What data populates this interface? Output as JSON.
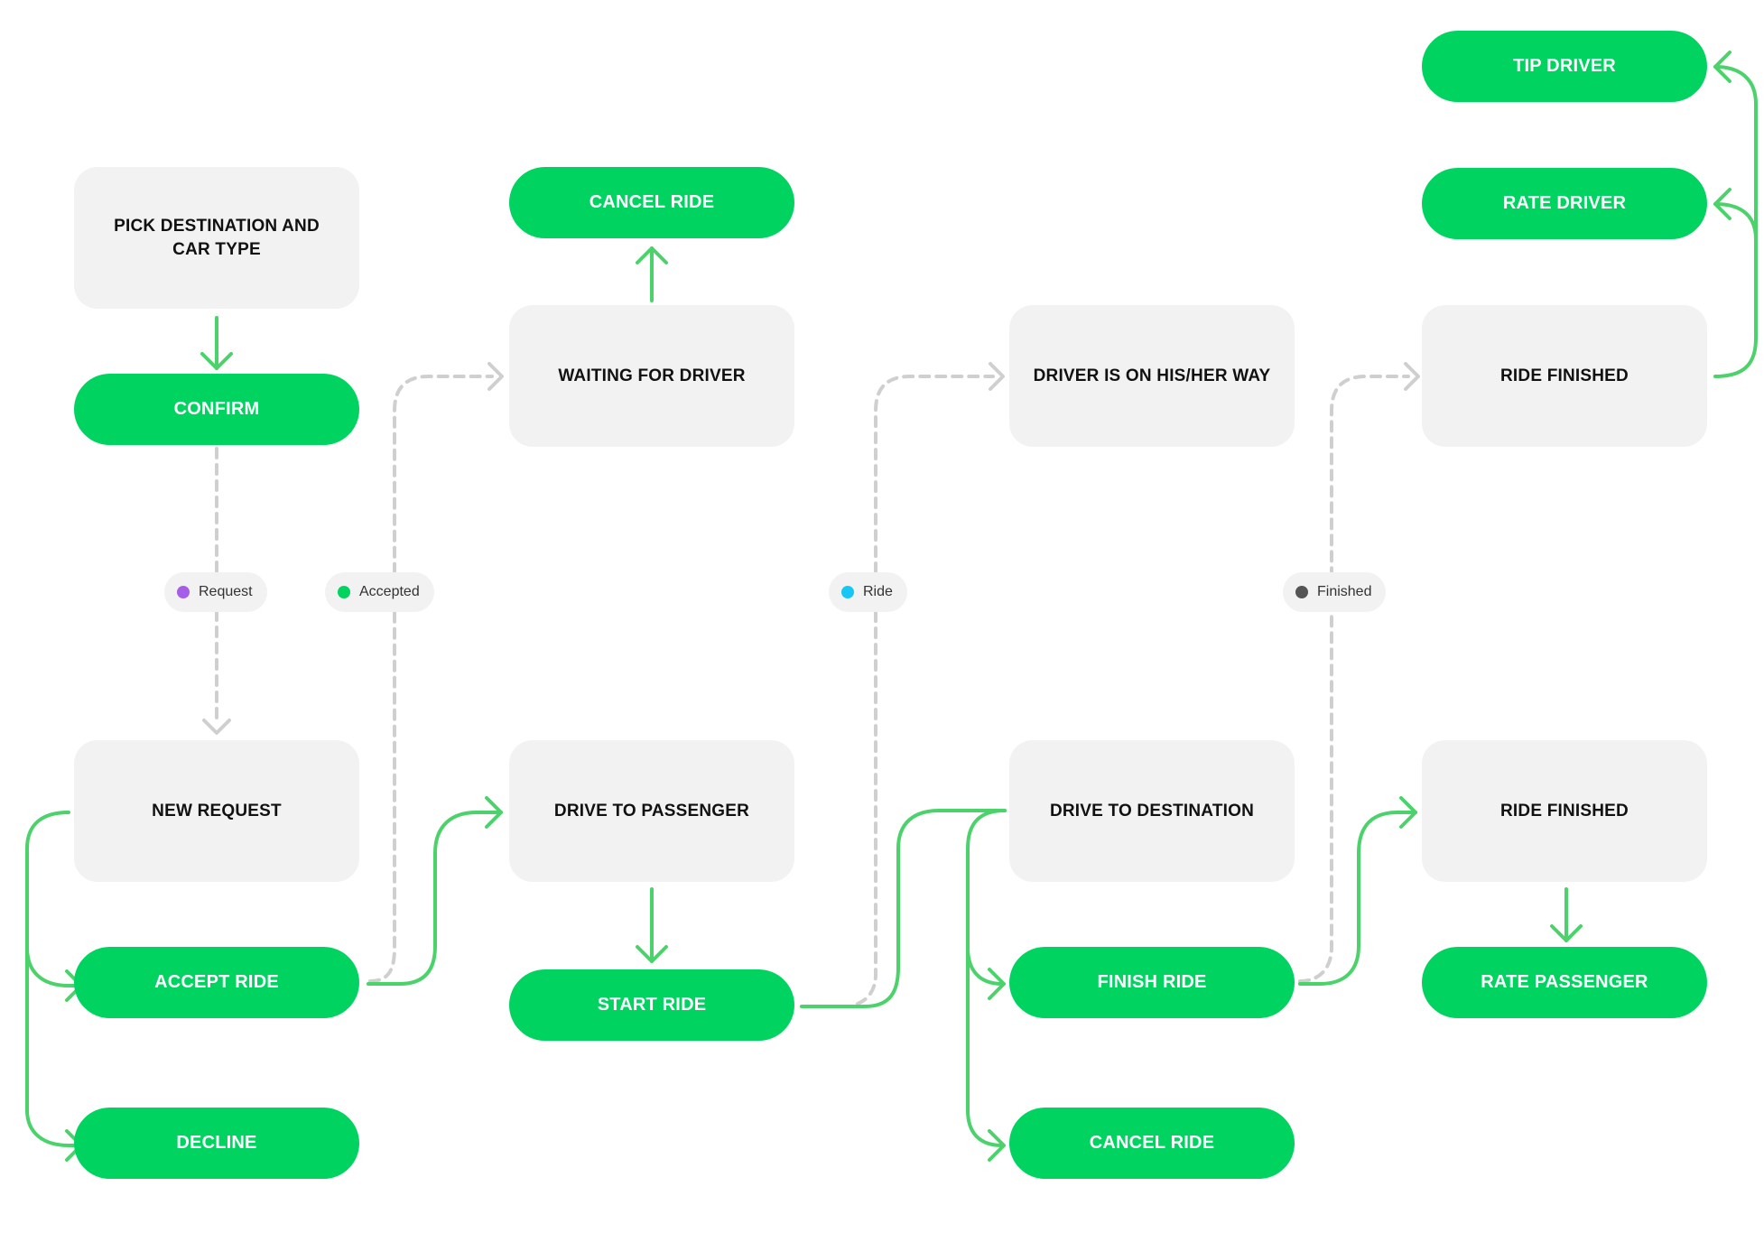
{
  "colors": {
    "action_fill": "#00d35f",
    "arrow_solid": "#4cd26b",
    "arrow_dashed": "#cfcfcf",
    "state_fill": "#f2f2f2"
  },
  "nodes": {
    "pick_destination": "PICK DESTINATION AND CAR TYPE",
    "confirm": "CONFIRM",
    "new_request": "NEW REQUEST",
    "accept_ride": "ACCEPT RIDE",
    "decline": "DECLINE",
    "cancel_ride_top": "CANCEL RIDE",
    "waiting_for_driver": "WAITING FOR DRIVER",
    "drive_to_passenger": "DRIVE TO PASSENGER",
    "start_ride": "START RIDE",
    "driver_on_way": "DRIVER IS ON HIS/HER WAY",
    "drive_to_destination": "DRIVE TO DESTINATION",
    "finish_ride": "FINISH RIDE",
    "cancel_ride_bottom": "CANCEL RIDE",
    "tip_driver": "TIP DRIVER",
    "rate_driver": "RATE DRIVER",
    "ride_finished_top": "RIDE FINISHED",
    "ride_finished_bottom": "RIDE FINISHED",
    "rate_passenger": "RATE PASSENGER"
  },
  "events": {
    "request": {
      "label": "Request",
      "color": "#a65ee8"
    },
    "accepted": {
      "label": "Accepted",
      "color": "#00d35f"
    },
    "ride": {
      "label": "Ride",
      "color": "#16c6f5"
    },
    "finished": {
      "label": "Finished",
      "color": "#555555"
    }
  }
}
